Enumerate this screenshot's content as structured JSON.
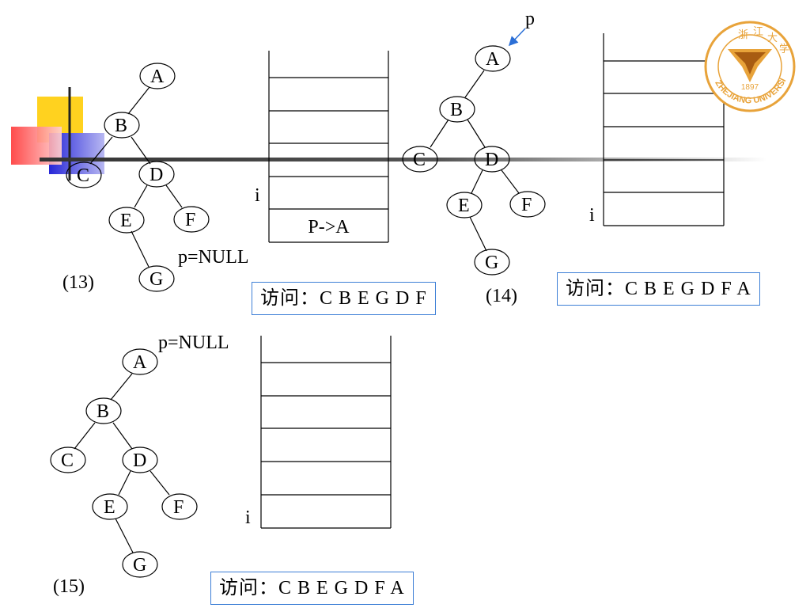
{
  "trees": [
    {
      "id": "13",
      "caption": "(13)",
      "nodes": {
        "A": "A",
        "B": "B",
        "C": "C",
        "D": "D",
        "E": "E",
        "F": "F",
        "G": "G"
      },
      "pointer_text": "p=NULL",
      "stack": {
        "index_label": "i",
        "filled_cells": [
          "P->A"
        ]
      },
      "visit_text": "访问：C B E G D F"
    },
    {
      "id": "14",
      "caption": "(14)",
      "nodes": {
        "A": "A",
        "B": "B",
        "C": "C",
        "D": "D",
        "E": "E",
        "F": "F",
        "G": "G"
      },
      "pointer_text": "p",
      "stack": {
        "index_label": "i",
        "filled_cells": []
      },
      "visit_text": "访问：C B E G D F A"
    },
    {
      "id": "15",
      "caption": "(15)",
      "nodes": {
        "A": "A",
        "B": "B",
        "C": "C",
        "D": "D",
        "E": "E",
        "F": "F",
        "G": "G"
      },
      "pointer_text": "p=NULL",
      "stack": {
        "index_label": "i",
        "filled_cells": []
      },
      "visit_text": "访问：C B E G D F A"
    }
  ],
  "logo": {
    "year": "1897",
    "name": "ZHEJIANG UNIVERSITY"
  },
  "colors": {
    "accent_border": "#3d7fd6",
    "pointer_arrow": "#2b6fd6",
    "logo": "#e8a33a"
  }
}
